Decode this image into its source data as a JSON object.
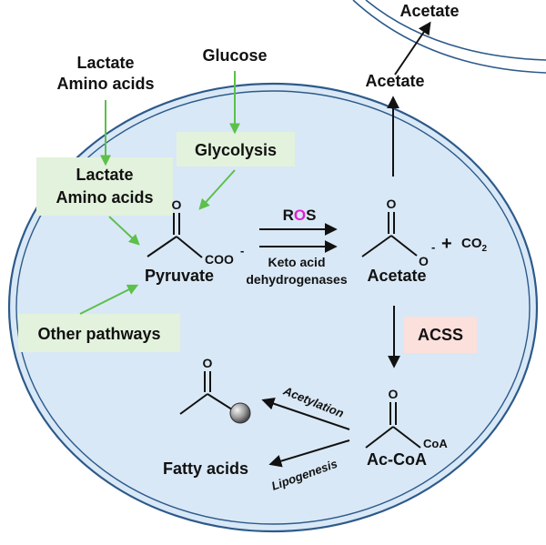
{
  "colors": {
    "cell_fill": "#d9e8f6",
    "membrane_stroke": "#2d5a8a",
    "green_arrow": "#5cc04a",
    "green_box": "#e3f2dc",
    "pink_box": "#fbe0dc",
    "magenta": "#e020d0"
  },
  "outside": {
    "lactate": "Lactate",
    "amino_acids": "Amino acids",
    "glucose": "Glucose",
    "acetate_out": "Acetate"
  },
  "cell": {
    "acetate_near_membrane": "Acetate",
    "glycolysis": "Glycolysis",
    "lactate_box_line1": "Lactate",
    "lactate_box_line2": "Amino acids",
    "other_pathways": "Other pathways",
    "pyruvate": "Pyruvate",
    "acetate": "Acetate",
    "ros_r": "R",
    "ros_o": "O",
    "ros_s": "S",
    "keto_line1": "Keto acid",
    "keto_line2": "dehydrogenases",
    "acss": "ACSS",
    "acetylation": "Acetylation",
    "lipogenesis": "Lipogenesis",
    "fatty_acids": "Fatty acids",
    "ac_coa": "Ac-CoA"
  },
  "chem": {
    "oxygen": "O",
    "coo": "COO",
    "minus": "-",
    "plus": "+",
    "co2": "CO",
    "co2_sub": "2",
    "coa": "CoA"
  }
}
